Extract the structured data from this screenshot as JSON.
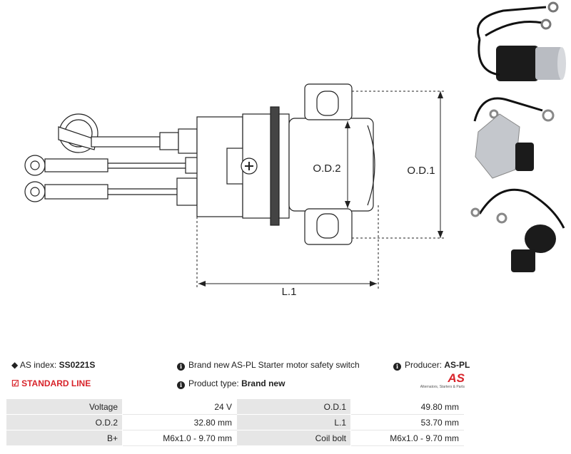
{
  "drawing": {
    "dim_od1": "O.D.1",
    "dim_od2": "O.D.2",
    "dim_l1": "L.1"
  },
  "info": {
    "as_index_label": "AS index:",
    "as_index_value": "SS0221S",
    "description": "Brand new AS-PL Starter motor safety switch",
    "producer_label": "Producer:",
    "producer_value": "AS-PL",
    "line": "STANDARD LINE",
    "product_type_label": "Product type:",
    "product_type_value": "Brand new",
    "logo_text": "AS",
    "logo_tagline": "Alternators, Starters & Parts"
  },
  "specs": [
    {
      "l1": "Voltage",
      "v1": "24 V",
      "l2": "O.D.1",
      "v2": "49.80 mm"
    },
    {
      "l1": "O.D.2",
      "v1": "32.80 mm",
      "l2": "L.1",
      "v2": "53.70 mm"
    },
    {
      "l1": "B+",
      "v1": "M6x1.0 - 9.70 mm",
      "l2": "Coil bolt",
      "v2": "M6x1.0 - 9.70 mm"
    }
  ],
  "colors": {
    "accent": "#d8232a",
    "label_bg": "#e6e6e6"
  }
}
